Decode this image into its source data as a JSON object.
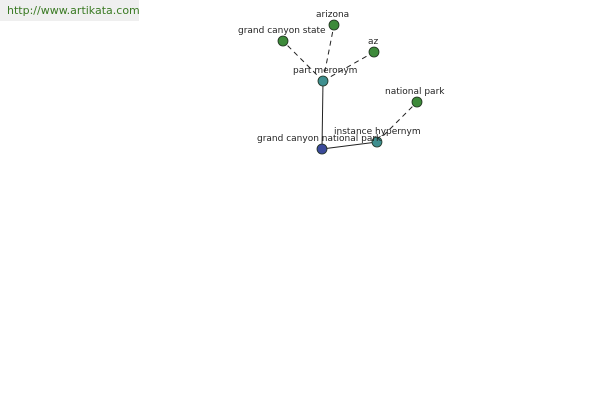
{
  "source_url": "http://www.artikata.com",
  "colors": {
    "url_text": "#3a7a23",
    "node_root": "#3b4a9a",
    "node_relation": "#3f8f8f",
    "node_leaf": "#3d8a3a",
    "edge": "#222222"
  },
  "nodes": [
    {
      "id": "root",
      "label": "grand canyon national park",
      "kind": "root"
    },
    {
      "id": "part_meronym",
      "label": "part meronym",
      "kind": "relation"
    },
    {
      "id": "instance_hypernym",
      "label": "instance hypernym",
      "kind": "relation"
    },
    {
      "id": "grand_canyon_state",
      "label": "grand canyon state",
      "kind": "leaf"
    },
    {
      "id": "arizona",
      "label": "arizona",
      "kind": "leaf"
    },
    {
      "id": "az",
      "label": "az",
      "kind": "leaf"
    },
    {
      "id": "national_park",
      "label": "national park",
      "kind": "leaf"
    }
  ],
  "edges": [
    {
      "from": "root",
      "to": "part_meronym",
      "style": "solid"
    },
    {
      "from": "root",
      "to": "instance_hypernym",
      "style": "solid"
    },
    {
      "from": "part_meronym",
      "to": "grand_canyon_state",
      "style": "dashed"
    },
    {
      "from": "part_meronym",
      "to": "arizona",
      "style": "dashed"
    },
    {
      "from": "part_meronym",
      "to": "az",
      "style": "dashed"
    },
    {
      "from": "instance_hypernym",
      "to": "national_park",
      "style": "dashed"
    }
  ]
}
